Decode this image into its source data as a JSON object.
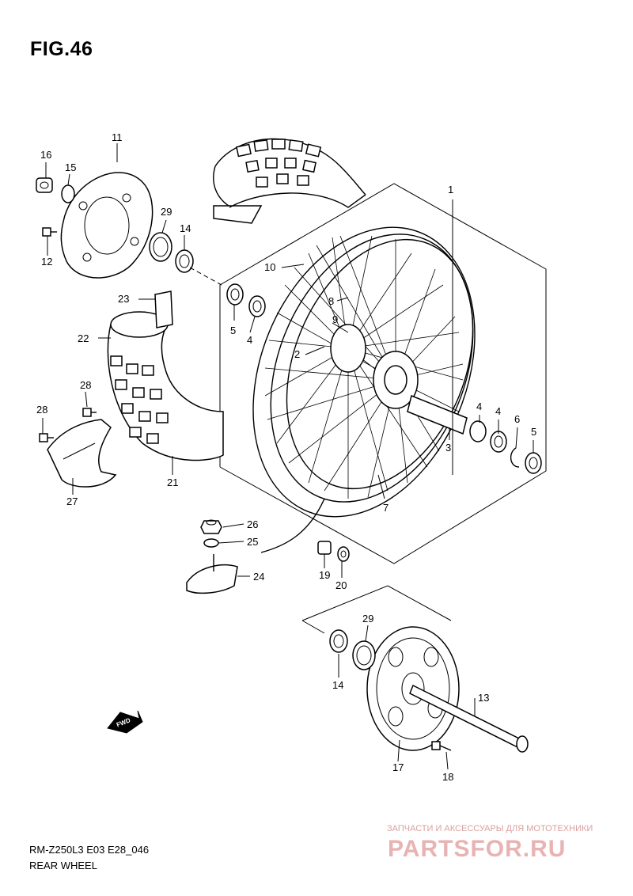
{
  "figure": {
    "title": "FIG.46"
  },
  "footer": {
    "model_code": "RM-Z250L3 E03 E28_046",
    "caption": "REAR WHEEL"
  },
  "direction_marker": {
    "label": "FWD"
  },
  "watermark": {
    "tagline": "ЗАПЧАСТИ И АКСЕССУАРЫ ДЛЯ МОТОТЕХНИКИ",
    "logo_text": "PARTSFOR.RU"
  },
  "callouts": {
    "c1": "1",
    "c2": "2",
    "c3": "3",
    "c4a": "4",
    "c4b": "4",
    "c4c": "4",
    "c5a": "5",
    "c5b": "5",
    "c6": "6",
    "c7": "7",
    "c8": "8",
    "c9": "9",
    "c10": "10",
    "c11": "11",
    "c12": "12",
    "c13": "13",
    "c14a": "14",
    "c14b": "14",
    "c15": "15",
    "c16": "16",
    "c17": "17",
    "c18": "18",
    "c19": "19",
    "c20": "20",
    "c21": "21",
    "c22": "22",
    "c23": "23",
    "c24": "24",
    "c25": "25",
    "c26": "26",
    "c27": "27",
    "c28a": "28",
    "c28b": "28",
    "c29a": "29",
    "c29b": "29"
  }
}
